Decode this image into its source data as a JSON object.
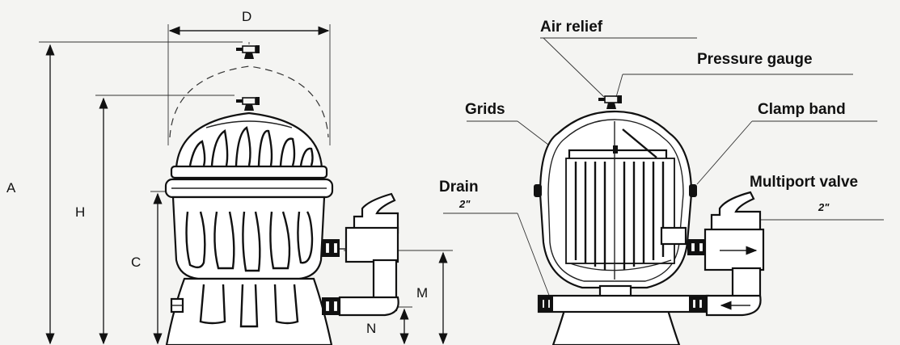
{
  "dimensions": {
    "A": "A",
    "D": "D",
    "H": "H",
    "C": "C",
    "M": "M",
    "N": "N"
  },
  "labels": {
    "air_relief": "Air relief",
    "pressure_gauge": "Pressure gauge",
    "grids": "Grids",
    "clamp_band": "Clamp band",
    "drain": "Drain",
    "drain_size": "2\"",
    "multiport_valve": "Multiport valve",
    "multiport_size": "2\""
  }
}
